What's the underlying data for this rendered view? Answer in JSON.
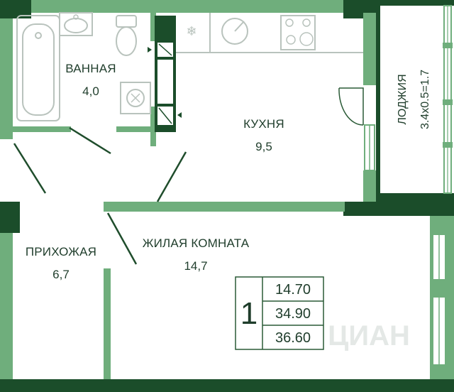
{
  "rooms": {
    "bathroom": {
      "name": "ВАННАЯ",
      "area": "4,0"
    },
    "kitchen": {
      "name": "КУХНЯ",
      "area": "9,5"
    },
    "hallway": {
      "name": "ПРИХОЖАЯ",
      "area": "6,7"
    },
    "living": {
      "name": "ЖИЛАЯ КОМНАТА",
      "area": "14,7"
    },
    "loggia": {
      "name": "ЛОДЖИЯ",
      "dims": "3.4x0.5=1.7"
    }
  },
  "summary": {
    "rooms_count": "1",
    "living_area": "14.70",
    "total_area": "34.90",
    "area_with_loggia": "36.60"
  },
  "watermark": "ЦИАН",
  "colors": {
    "wall_light": "#6fae7c",
    "wall_dark": "#1b4d2a",
    "line": "#2a5a36",
    "fixture": "#b9c3bd"
  }
}
